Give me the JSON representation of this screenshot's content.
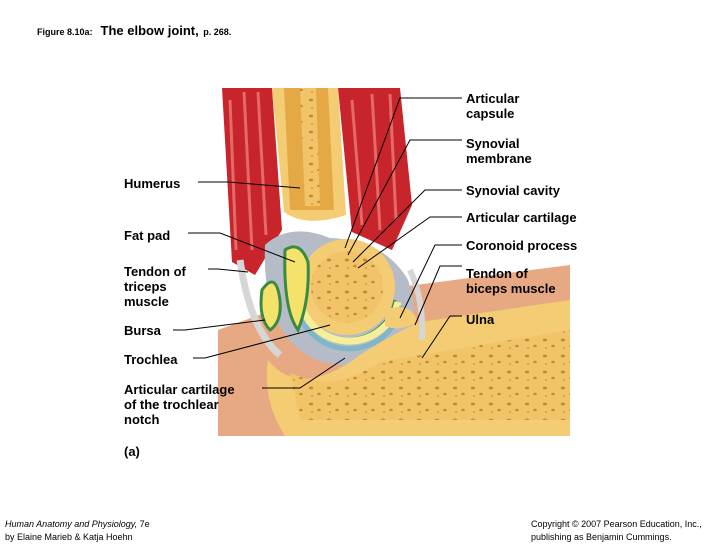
{
  "header": {
    "figure": "Figure 8.10a:",
    "title": "The elbow joint,",
    "page": "p. 268."
  },
  "labels_left": {
    "humerus": "Humerus",
    "fat_pad": "Fat pad",
    "tendon_triceps": [
      "Tendon of",
      "triceps",
      "muscle"
    ],
    "bursa": "Bursa",
    "trochlea": "Trochlea",
    "art_cart_trochlear": [
      "Articular cartilage",
      "of the trochlear",
      "notch"
    ],
    "panel": "(a)"
  },
  "labels_right": {
    "articular_capsule": [
      "Articular",
      "capsule"
    ],
    "synovial_membrane": [
      "Synovial",
      "membrane"
    ],
    "synovial_cavity": "Synovial cavity",
    "articular_cartilage": "Articular cartilage",
    "coronoid_process": "Coronoid process",
    "tendon_biceps": [
      "Tendon of",
      "biceps muscle"
    ],
    "ulna": "Ulna"
  },
  "footer": {
    "book_title": "Human Anatomy and Physiology,",
    "edition": " 7e",
    "authors": "by Elaine Marieb & Katja Hoehn",
    "copyright": "Copyright © 2007 Pearson Education, Inc.,",
    "publisher": "publishing as Benjamin Cummings."
  }
}
